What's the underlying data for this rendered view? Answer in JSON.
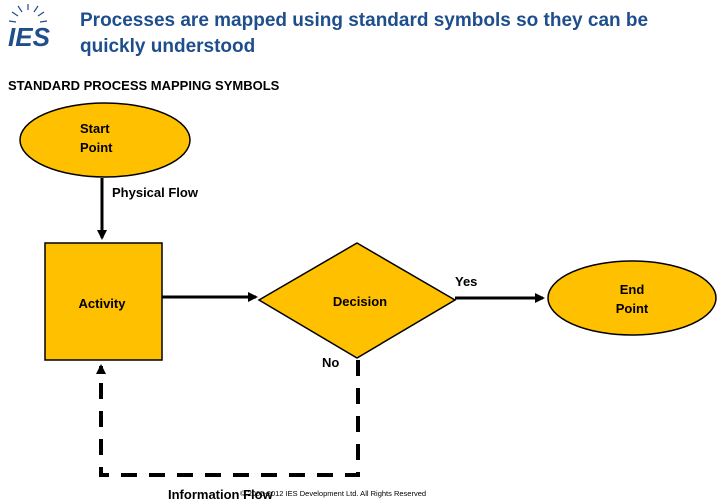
{
  "header": {
    "logo_text": "IES",
    "title": "Processes are mapped using standard symbols so they can be quickly understood"
  },
  "section_title": "STANDARD PROCESS MAPPING SYMBOLS",
  "nodes": {
    "start_line1": "Start",
    "start_line2": "Point",
    "activity": "Activity",
    "decision": "Decision",
    "end_line1": "End",
    "end_line2": "Point"
  },
  "edges": {
    "physical_flow": "Physical Flow",
    "yes": "Yes",
    "no": "No",
    "information_flow": "Information Flow"
  },
  "footer": {
    "copyright": "© 2005-2012 IES Development Ltd.  All Rights Reserved"
  },
  "colors": {
    "shape_fill": "#ffc000",
    "shape_stroke": "#000000",
    "title": "#1f4e8c",
    "logo": "#1f4e8c"
  }
}
